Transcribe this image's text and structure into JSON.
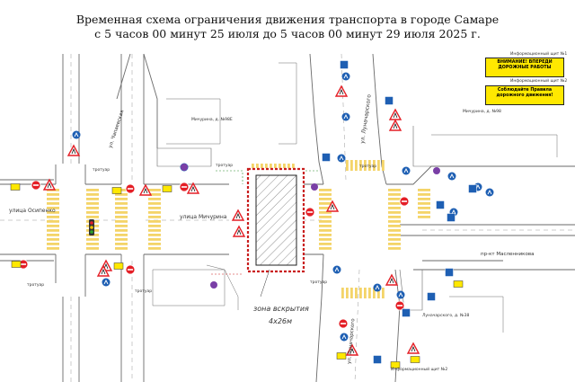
{
  "header": {
    "line1": "Временная схема ограничения движения транспорта в городе Самаре",
    "line2": "с 5 часов 00 минут 25 июля до 5 часов 00 минут 29 июля 2025 г."
  },
  "panels": [
    {
      "caption": "Информационный щит №1",
      "text": "ВНИМАНИЕ! ВПЕРЕДИ ДОРОЖНЫЕ РАБОТЫ"
    },
    {
      "caption": "Информационный щит №2",
      "text": "Соблюдайте Правила дорожного движения!"
    }
  ],
  "streets": {
    "osipenko": "улица Осипенко",
    "michurina": "улица Мичурина",
    "lunacharskogo": "ул. Луначарского",
    "maslennikova": "пр-кт Масленникова",
    "chapaevskaya": "ул. Чапаевская"
  },
  "buildings": {
    "b1": "Мичурина, д. №98Е",
    "b2": "Мичурина, д. №98",
    "b3": "Луначарского, д. №38"
  },
  "sidewalk_label": "тротуар",
  "zone": {
    "label": "зона вскрытия",
    "size": "4х26м"
  },
  "bottom_caption": "Информационный щит №2",
  "legend_colors": {
    "road_line": "#555555",
    "crosswalk": "#f4d468",
    "sign_red": "#e41f26",
    "sign_blue": "#1e5fb3",
    "panel_yellow": "#ffe800",
    "fence": "#c91e1e"
  }
}
